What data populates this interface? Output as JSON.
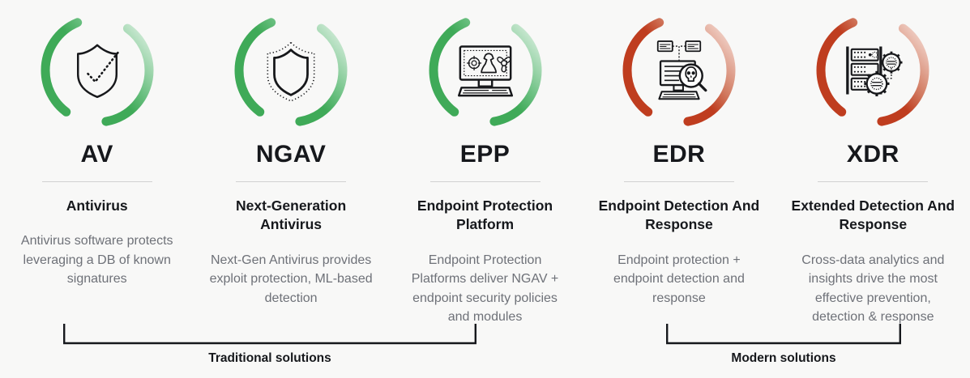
{
  "theme": {
    "background": "#f8f8f7",
    "green": "#3faa58",
    "green_faded": "#d9eede",
    "red": "#bf3d1f",
    "red_faded": "#f2ddd6",
    "heading_color": "#16181c",
    "body_color": "#6e7178",
    "divider_color": "#d2d2d2",
    "bracket_color": "#16181c"
  },
  "columns": [
    {
      "acronym": "AV",
      "full_name": "Antivirus",
      "description": "Antivirus software protects leveraging a DB of known signatures",
      "icon": "shield-check-icon",
      "ring_color": "green",
      "group": "traditional"
    },
    {
      "acronym": "NGAV",
      "full_name": "Next-Generation Antivirus",
      "description": "Next-Gen Antivirus provides exploit protection, ML-based detection",
      "icon": "shield-dotted-icon",
      "ring_color": "green",
      "group": "traditional"
    },
    {
      "acronym": "EPP",
      "full_name": "Endpoint Protection Platform",
      "description": "Endpoint Protection Platforms deliver NGAV + endpoint security policies and modules",
      "icon": "desktop-threats-icon",
      "ring_color": "green",
      "group": "traditional"
    },
    {
      "acronym": "EDR",
      "full_name": "Endpoint Detection And Response",
      "description": "Endpoint protection + endpoint detection and response",
      "icon": "desktop-magnifier-skull-icon",
      "ring_color": "red",
      "group": "modern"
    },
    {
      "acronym": "XDR",
      "full_name": "Extended Detection And Response",
      "description": "Cross-data analytics and insights drive the most effective prevention, detection & response",
      "icon": "server-gears-icon",
      "ring_color": "red",
      "group": "modern"
    }
  ],
  "groups": [
    {
      "key": "traditional",
      "label": "Traditional solutions"
    },
    {
      "key": "modern",
      "label": "Modern solutions"
    }
  ]
}
